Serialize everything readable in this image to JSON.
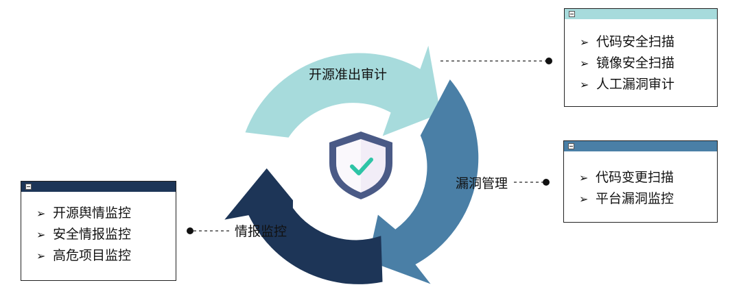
{
  "colors": {
    "audit": "#a7dbdc",
    "vuln": "#4a7fa6",
    "intel": "#1d3557",
    "shield_outer": "#4a5a86",
    "shield_inner": "#f2edf7",
    "check": "#2ec4a6"
  },
  "cycle": {
    "segments": [
      {
        "label": "开源准出审计"
      },
      {
        "label": "漏洞管理"
      },
      {
        "label": "情报监控"
      }
    ],
    "center_icon": "shield-check-icon"
  },
  "boxes": {
    "audit": {
      "items": [
        "代码安全扫描",
        "镜像安全扫描",
        "人工漏洞审计"
      ]
    },
    "vuln": {
      "items": [
        "代码变更扫描",
        "平台漏洞监控"
      ]
    },
    "intel": {
      "items": [
        "开源舆情监控",
        "安全情报监控",
        "高危项目监控"
      ]
    }
  },
  "bullet": "➢"
}
